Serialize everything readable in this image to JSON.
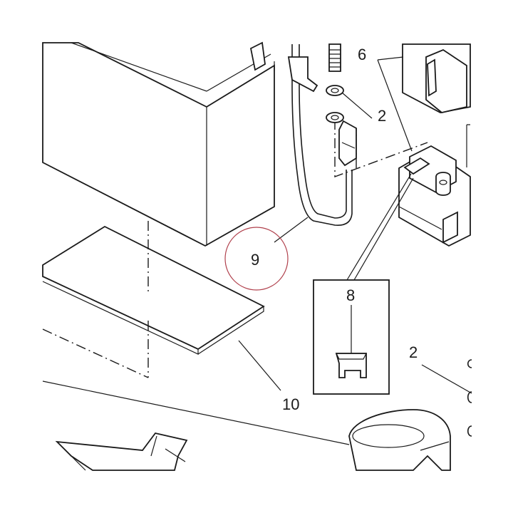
{
  "diagram": {
    "callouts": {
      "c6": "6",
      "c2a": "2",
      "c9": "9",
      "c8": "8",
      "c2b": "2",
      "c10": "10"
    },
    "highlight_color": "#b0404c",
    "line_color": "#1a1a1a",
    "background": "#ffffff"
  }
}
